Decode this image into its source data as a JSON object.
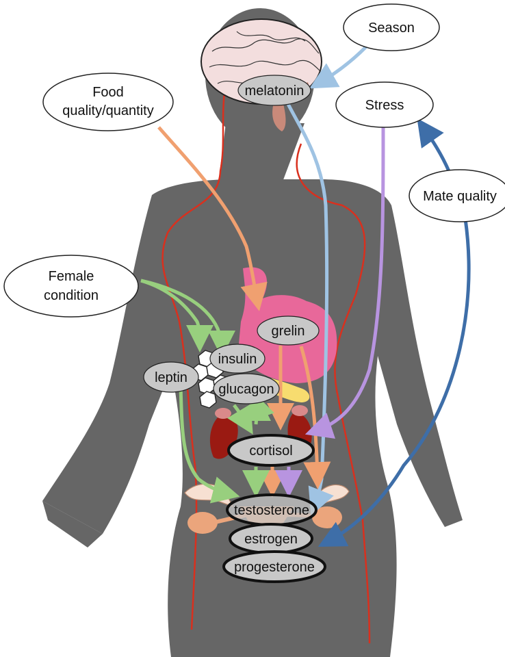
{
  "external_factors": {
    "season": "Season",
    "food_line1": "Food",
    "food_line2": "quality/quantity",
    "stress": "Stress",
    "mate_quality": "Mate quality",
    "female_line1": "Female",
    "female_line2": "condition"
  },
  "hormones": {
    "melatonin": "melatonin",
    "grelin": "grelin",
    "insulin": "insulin",
    "leptin": "leptin",
    "glucagon": "glucagon",
    "cortisol": "cortisol",
    "testosterone": "testosterone",
    "estrogen": "estrogen",
    "progesterone": "progesterone"
  },
  "colors": {
    "body": "#666666",
    "vessel": "#d9301e",
    "season_arrow": "#9fc3e3",
    "food_arrow": "#f0a070",
    "stress_arrow": "#b894e0",
    "mate_arrow": "#3e6ea8",
    "female_arrow": "#98cf7e",
    "hormone_fill": "#c8c8c8",
    "brain": "#f3dede",
    "stomach": "#e8689a",
    "pancreas": "#f7dc6f",
    "kidney": "#9a1a12",
    "reproductive": "#eba57c"
  }
}
